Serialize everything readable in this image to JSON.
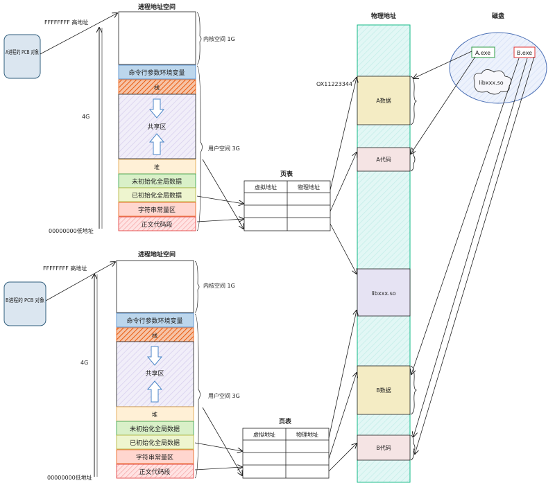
{
  "procA": {
    "pcb_label": "A进程的 PCB 对象",
    "high_addr": "FFFFFFFF 高地址",
    "low_addr": "00000000低地址",
    "size_label": "4G",
    "space_title": "进程地址空间",
    "kernel_label": "内核空间 1G",
    "user_label": "用户空间 3G",
    "segments": {
      "args_env": "命令行参数环境变量",
      "stack": "栈",
      "shared": "共享区",
      "heap": "堆",
      "bss": "未初始化全局数据",
      "data": "已初始化全局数据",
      "rodata": "字符串常量区",
      "text": "正文代码段"
    },
    "page_table": {
      "title": "页表",
      "col_virtual": "虚拟地址",
      "col_physical": "物理地址"
    }
  },
  "procB": {
    "pcb_label": "B进程的 PCB 对象",
    "high_addr": "FFFFFFFF 高地址",
    "low_addr": "00000000低地址",
    "size_label": "4G",
    "space_title": "进程地址空间",
    "kernel_label": "内核空间 1G",
    "user_label": "用户空间 3G",
    "segments": {
      "args_env": "命令行参数环境变量",
      "stack": "栈",
      "shared": "共享区",
      "heap": "堆",
      "bss": "未初始化全局数据",
      "data": "已初始化全局数据",
      "rodata": "字符串常量区",
      "text": "正文代码段"
    },
    "page_table": {
      "title": "页表",
      "col_virtual": "虚拟地址",
      "col_physical": "物理地址"
    }
  },
  "physical": {
    "title": "物理地址",
    "address": "OX11223344",
    "a_data": "A数据",
    "a_code": "A代码",
    "lib": "libxxx.so",
    "b_data": "B数据",
    "b_code": "B代码"
  },
  "disk": {
    "title": "磁盘",
    "a_exe": "A.exe",
    "b_exe": "B.exe",
    "lib": "libxxx.so"
  },
  "colors": {
    "stroke": "#1e1e1e",
    "pcb_fill": "#dbe6f0",
    "pcb_stroke": "#2f5d7c",
    "args_env": "#bcd6ec",
    "stack": "#e8590c",
    "shared": "#e6e0f5",
    "heap": "#fff0d6",
    "bss": "#d9f0c8",
    "data": "#eef5cf",
    "rodata": "#ffd6cf",
    "text": "#ffd2d2",
    "phys_col": "#d8f3f1",
    "phys_stroke": "#12b886",
    "box_data": "#f4ecc4",
    "box_lib": "#e6e3f3",
    "box_code": "#f5e4e4",
    "arrow_blue": "#4a86c8",
    "exe_a": "#2f9e44",
    "exe_b": "#e03131",
    "disk_fill": "#e5ecfb"
  }
}
